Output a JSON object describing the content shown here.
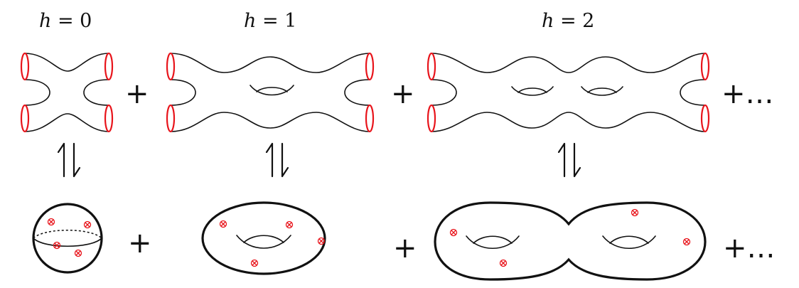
{
  "top_labels": [
    {
      "var": "h",
      "eq": " = 0"
    },
    {
      "var": "h",
      "eq": " = 1"
    },
    {
      "var": "h",
      "eq": " = 2"
    }
  ],
  "operators": {
    "plus": "+",
    "plus_ellipsis": "+…"
  },
  "colors": {
    "line": "#111111",
    "boundary": "#e8141b",
    "insertion": "#e8141b"
  },
  "icons": {
    "duality": "up-down-harpoon-arrows",
    "insertion": "circled-times"
  }
}
